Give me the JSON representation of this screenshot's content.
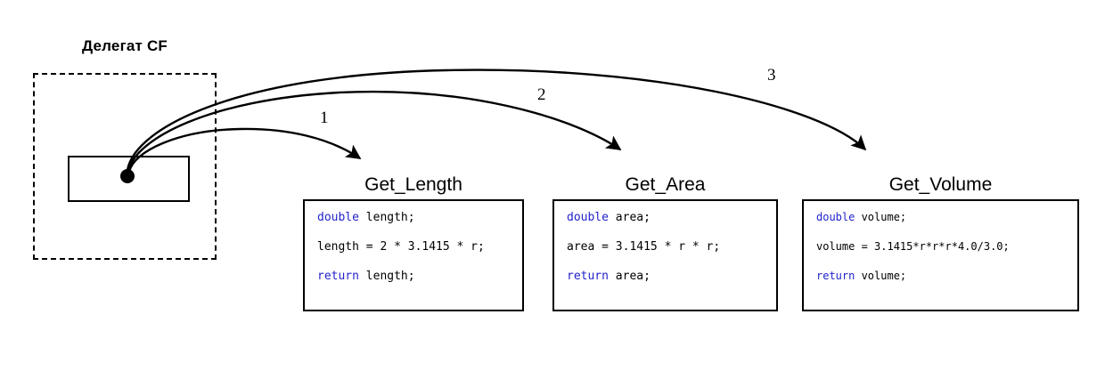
{
  "diagram": {
    "title": "Делегат CF",
    "colors": {
      "keyword": "#2222cc",
      "ink": "#000000",
      "background": "#ffffff"
    },
    "delegate": {
      "label": "Делегат CF",
      "slot_label": "",
      "dot_label": ""
    },
    "arrows": [
      {
        "label": "1",
        "target": "Get_Length"
      },
      {
        "label": "2",
        "target": "Get_Area"
      },
      {
        "label": "3",
        "target": "Get_Volume"
      }
    ],
    "functions": [
      {
        "name": "Get_Length",
        "lines": [
          {
            "keyword": "double",
            "rest": " length;"
          },
          {
            "keyword": "",
            "rest": "length = 2 * 3.1415 * r;"
          },
          {
            "keyword": "return",
            "rest": " length;"
          }
        ]
      },
      {
        "name": "Get_Area",
        "lines": [
          {
            "keyword": "double",
            "rest": " area;"
          },
          {
            "keyword": "",
            "rest": "area = 3.1415 * r * r;"
          },
          {
            "keyword": "return",
            "rest": " area;"
          }
        ]
      },
      {
        "name": "Get_Volume",
        "lines": [
          {
            "keyword": "double",
            "rest": " volume;"
          },
          {
            "keyword": "",
            "rest": "volume = 3.1415*r*r*r*4.0/3.0;"
          },
          {
            "keyword": "return",
            "rest": " volume;"
          }
        ]
      }
    ]
  }
}
